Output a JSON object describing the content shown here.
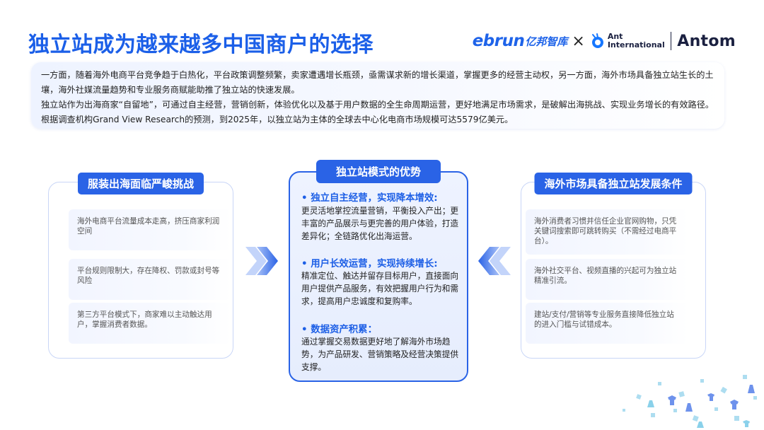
{
  "title": "独立站成为越来越多中国商户的选择",
  "logos": {
    "ebrun": "ebrun",
    "ebrun_cn": "亿邦智库",
    "times": "×",
    "ant_line1": "Ant",
    "ant_line2": "International",
    "antom": "Antom"
  },
  "intro": {
    "p1": "一方面，随着海外电商平台竞争趋于白热化，平台政策调整频繁，卖家遭遇增长瓶颈，亟需谋求新的增长渠道，掌握更多的经营主动权，另一方面，海外市场具备独立站生长的土壤，海外社媒流量趋势和专业服务商赋能助推了独立站的快速发展。",
    "p2": "独立站作为出海商家“自留地”，可通过自主经营，营销创新，体验优化以及基于用户数据的全生命周期运营，更好地满足市场需求，是破解出海挑战、实现业务增长的有效路径。根据调查机构Grand View Research的预测，到2025年，以独立站为主体的全球去中心化电商市场规模可达5579亿美元。"
  },
  "left_panel": {
    "label": "服装出海面临严峻挑战",
    "items": [
      "海外电商平台流量成本走高，挤压商家利润空间",
      "平台规则限制大，存在降权、罚款或封号等风险",
      "第三方平台模式下，商家难以主动触达用户，掌握消费者数据。"
    ]
  },
  "center_panel": {
    "label": "独立站模式的优势",
    "sections": [
      {
        "heading": "•  独立自主经营，实现降本增效:",
        "body": "更灵活地掌控流量营销，平衡投入产出；更丰富的产品展示与更完善的用户体验，打造差异化；全链路优化出海运营。"
      },
      {
        "heading": "•  用户长效运营，实现持续增长:",
        "body": "精准定位、触达并留存目标用户，直接面向用户提供产品服务，有效把握用户行为和需求，提高用户忠诚度和复购率。"
      },
      {
        "heading": "•  数据资产积累：",
        "body": "通过掌握交易数据更好地了解海外市场趋势，为产品研发、营销策略及经营决策提供支撑。"
      }
    ]
  },
  "right_panel": {
    "label": "海外市场具备独立站发展条件",
    "items": [
      "海外消费者习惯并信任企业官网购物，只凭关键词搜索即可跳转购买（不需经过电商平台）。",
      "海外社交平台、视频直播的兴起可为独立站精准引流。",
      "建站/支付/营销等专业服务直接降低独立站的进入门槛与试错成本。"
    ]
  },
  "colors": {
    "accent": "#2a63e6",
    "title": "#1b5fe8",
    "panel_border": "#c9d6f7",
    "center_bg": "#e6edfd"
  }
}
